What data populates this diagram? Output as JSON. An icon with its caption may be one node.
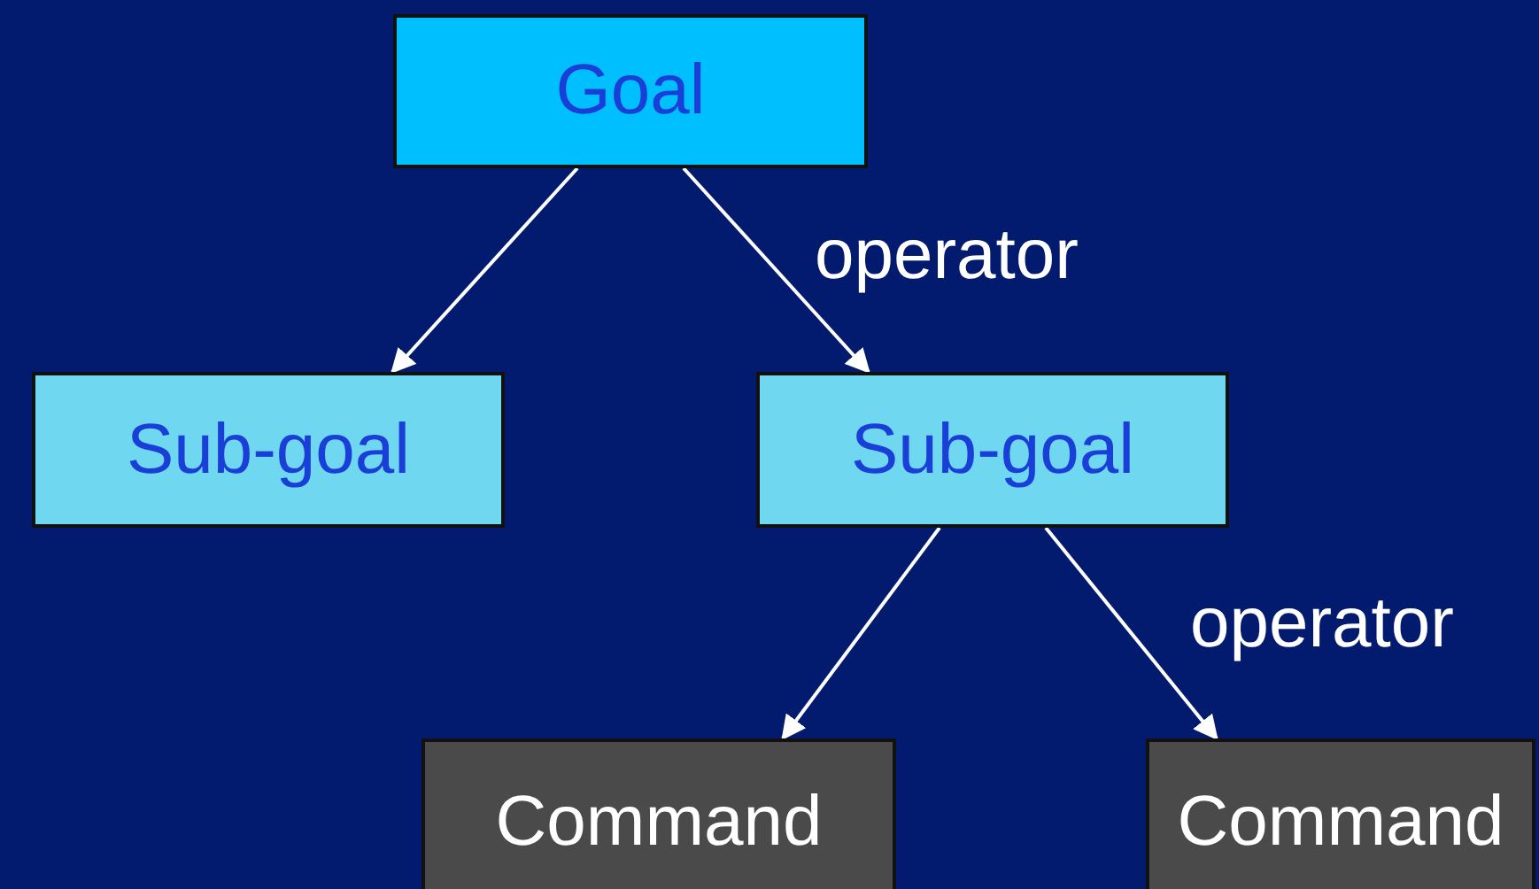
{
  "diagram": {
    "nodes": [
      {
        "text": [
          "Goal"
        ]
      },
      {
        "text": [
          "Sub-goal"
        ]
      },
      {
        "text": [
          "Sub-goal"
        ]
      },
      {
        "text": [
          "Command"
        ]
      },
      {
        "text": [
          "Command"
        ]
      }
    ],
    "edges": [
      {
        "from": 0,
        "to": 1,
        "arrow": "to"
      },
      {
        "from": 0,
        "to": 2,
        "arrow": "to",
        "label": "operator"
      },
      {
        "from": 2,
        "to": 3,
        "arrow": "to"
      },
      {
        "from": 2,
        "to": 4,
        "arrow": "to",
        "label": "operator"
      }
    ]
  }
}
